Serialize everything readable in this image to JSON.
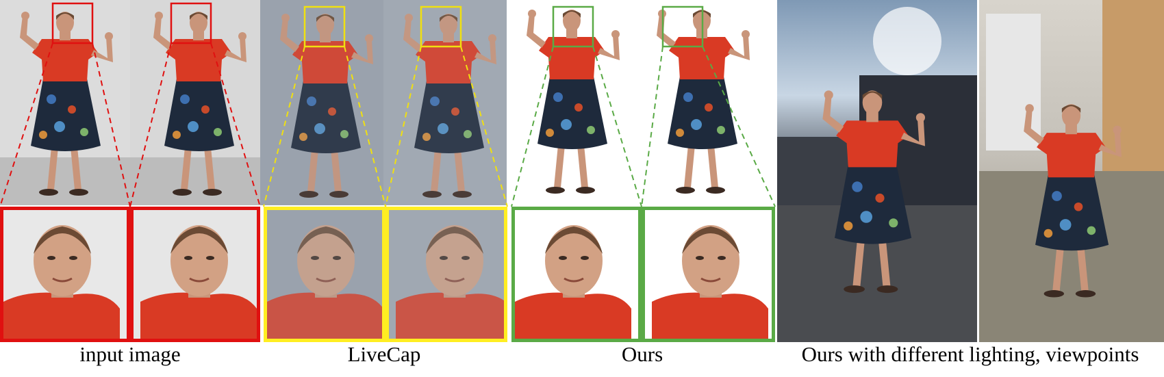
{
  "captions": {
    "input": "input image",
    "livecap": "LiveCap",
    "ours": "Ours",
    "relit": "Ours with different lighting, viewpoints"
  },
  "colors": {
    "input_frame": "#e01010",
    "livecap_frame": "#ffee22",
    "ours_frame": "#5aaa46",
    "shirt": "#d93a24",
    "skirt": "#1e2a3c",
    "skin": "#c9957a",
    "studio_bg": "#dcdcdc",
    "livecap_bg": "#9aa2ad"
  },
  "icons": {
    "input": "person-photo-icon",
    "livecap": "person-render-icon",
    "ours": "person-render-icon",
    "relit": "scene-render-icon"
  }
}
